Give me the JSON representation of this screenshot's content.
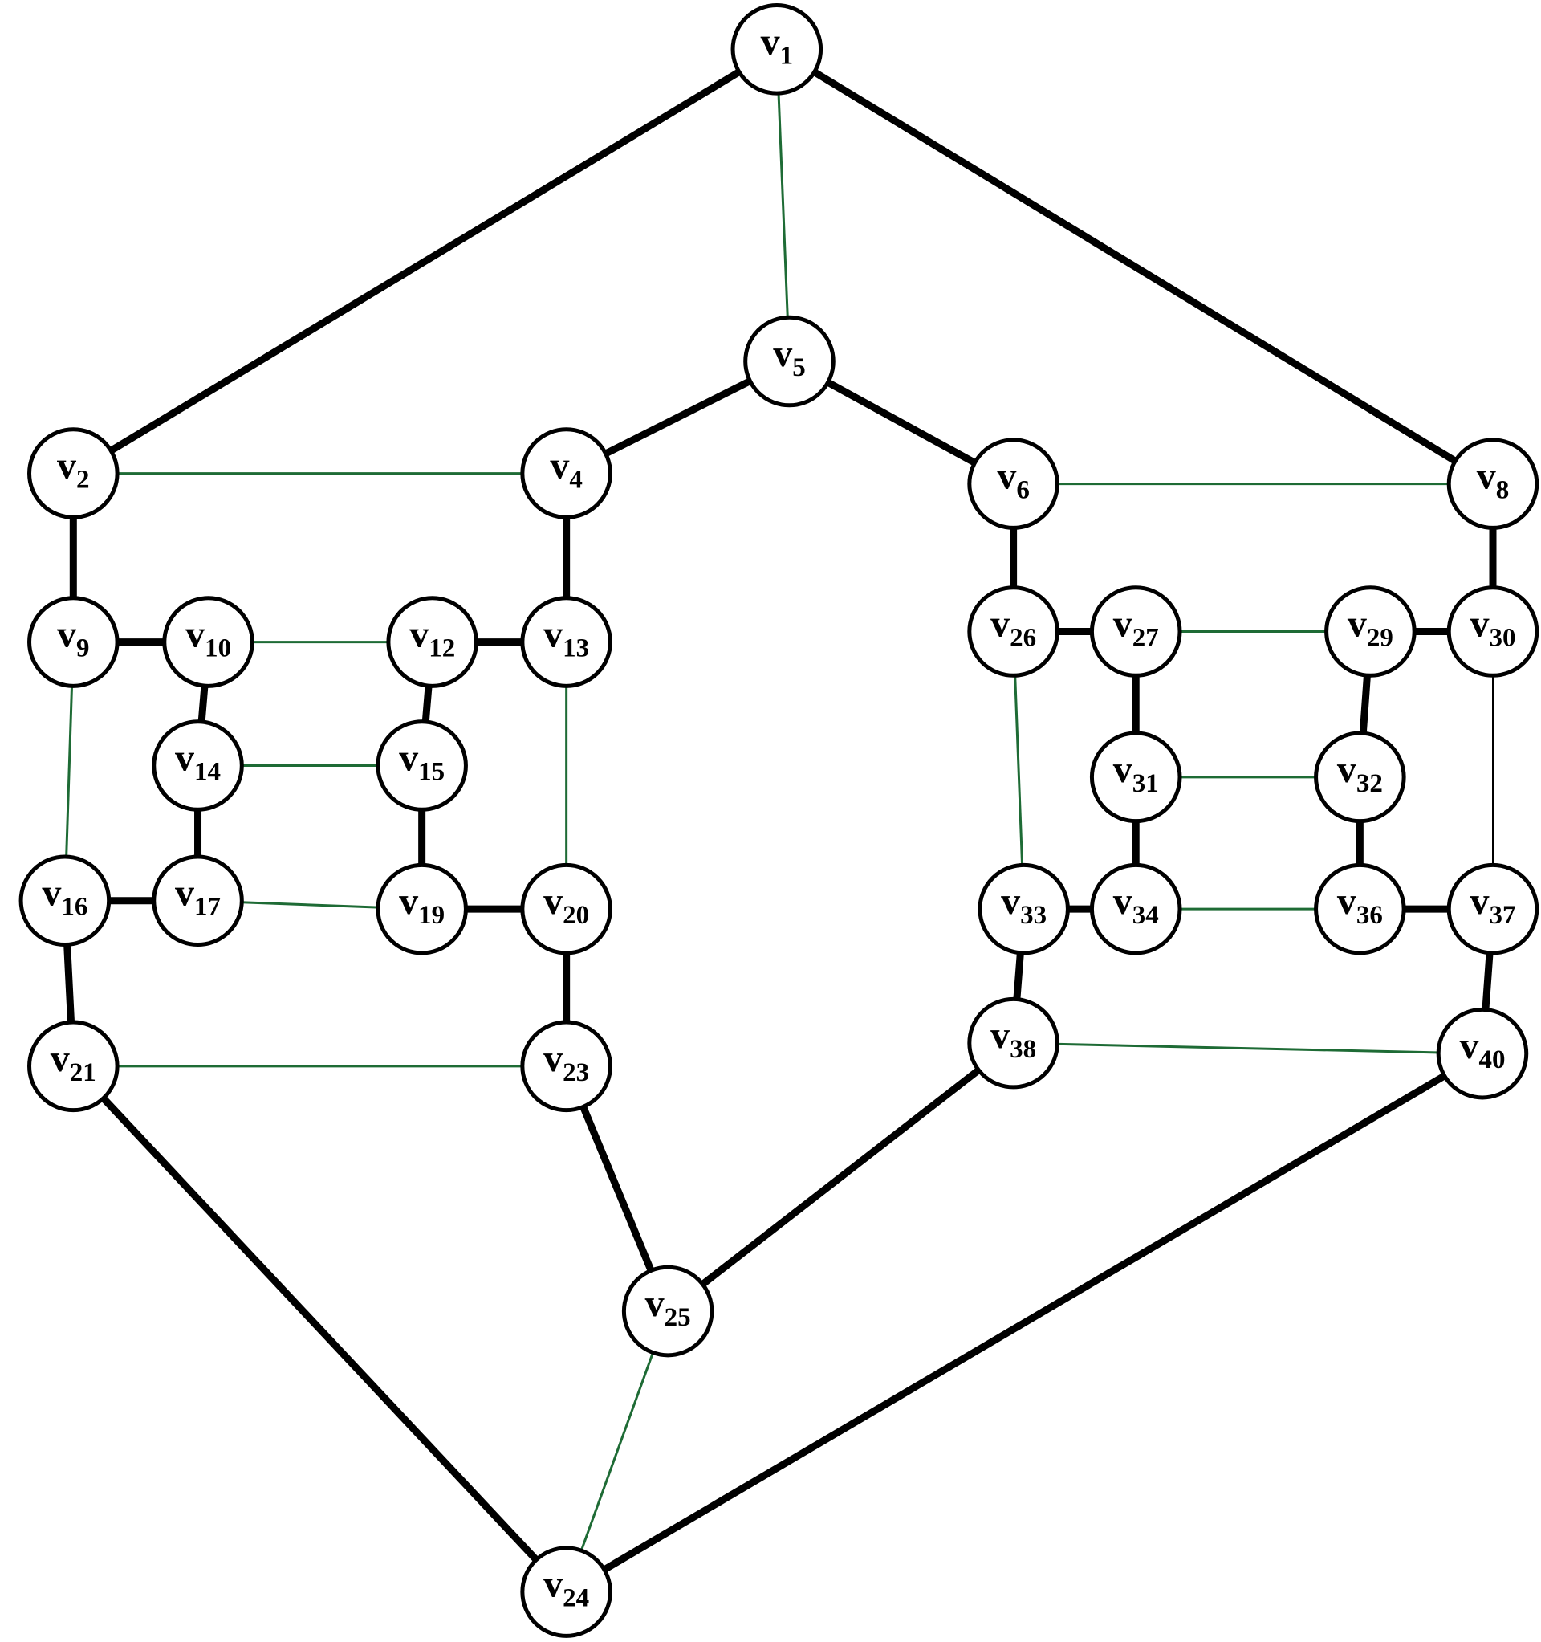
{
  "colors": {
    "thick": "#000000",
    "green": "#1e6b35",
    "thin": "#000000",
    "node_fill": "#ffffff"
  },
  "nodes": [
    {
      "id": "v1",
      "letter": "v",
      "sub": "1"
    },
    {
      "id": "v2",
      "letter": "v",
      "sub": "2"
    },
    {
      "id": "v4",
      "letter": "v",
      "sub": "4"
    },
    {
      "id": "v5",
      "letter": "v",
      "sub": "5"
    },
    {
      "id": "v6",
      "letter": "v",
      "sub": "6"
    },
    {
      "id": "v8",
      "letter": "v",
      "sub": "8"
    },
    {
      "id": "v9",
      "letter": "v",
      "sub": "9"
    },
    {
      "id": "v10",
      "letter": "v",
      "sub": "10"
    },
    {
      "id": "v12",
      "letter": "v",
      "sub": "12"
    },
    {
      "id": "v13",
      "letter": "v",
      "sub": "13"
    },
    {
      "id": "v14",
      "letter": "v",
      "sub": "14"
    },
    {
      "id": "v15",
      "letter": "v",
      "sub": "15"
    },
    {
      "id": "v16",
      "letter": "v",
      "sub": "16"
    },
    {
      "id": "v17",
      "letter": "v",
      "sub": "17"
    },
    {
      "id": "v19",
      "letter": "v",
      "sub": "19"
    },
    {
      "id": "v20",
      "letter": "v",
      "sub": "20"
    },
    {
      "id": "v21",
      "letter": "v",
      "sub": "21"
    },
    {
      "id": "v23",
      "letter": "v",
      "sub": "23"
    },
    {
      "id": "v24",
      "letter": "v",
      "sub": "24"
    },
    {
      "id": "v25",
      "letter": "v",
      "sub": "25"
    },
    {
      "id": "v26",
      "letter": "v",
      "sub": "26"
    },
    {
      "id": "v27",
      "letter": "v",
      "sub": "27"
    },
    {
      "id": "v29",
      "letter": "v",
      "sub": "29"
    },
    {
      "id": "v30",
      "letter": "v",
      "sub": "30"
    },
    {
      "id": "v31",
      "letter": "v",
      "sub": "31"
    },
    {
      "id": "v32",
      "letter": "v",
      "sub": "32"
    },
    {
      "id": "v33",
      "letter": "v",
      "sub": "33"
    },
    {
      "id": "v34",
      "letter": "v",
      "sub": "34"
    },
    {
      "id": "v36",
      "letter": "v",
      "sub": "36"
    },
    {
      "id": "v37",
      "letter": "v",
      "sub": "37"
    },
    {
      "id": "v38",
      "letter": "v",
      "sub": "38"
    },
    {
      "id": "v40",
      "letter": "v",
      "sub": "40"
    }
  ],
  "edges": [
    {
      "from": "v1",
      "to": "v2",
      "style": "thick"
    },
    {
      "from": "v1",
      "to": "v8",
      "style": "thick"
    },
    {
      "from": "v1",
      "to": "v5",
      "style": "green"
    },
    {
      "from": "v5",
      "to": "v4",
      "style": "thick"
    },
    {
      "from": "v5",
      "to": "v6",
      "style": "thick"
    },
    {
      "from": "v2",
      "to": "v4",
      "style": "green"
    },
    {
      "from": "v6",
      "to": "v8",
      "style": "green"
    },
    {
      "from": "v2",
      "to": "v9",
      "style": "thick"
    },
    {
      "from": "v4",
      "to": "v13",
      "style": "thick"
    },
    {
      "from": "v9",
      "to": "v10",
      "style": "thick"
    },
    {
      "from": "v10",
      "to": "v12",
      "style": "green"
    },
    {
      "from": "v12",
      "to": "v13",
      "style": "thick"
    },
    {
      "from": "v10",
      "to": "v14",
      "style": "thick"
    },
    {
      "from": "v12",
      "to": "v15",
      "style": "thick"
    },
    {
      "from": "v14",
      "to": "v15",
      "style": "green"
    },
    {
      "from": "v14",
      "to": "v17",
      "style": "thick"
    },
    {
      "from": "v15",
      "to": "v19",
      "style": "thick"
    },
    {
      "from": "v9",
      "to": "v16",
      "style": "green"
    },
    {
      "from": "v13",
      "to": "v20",
      "style": "green"
    },
    {
      "from": "v16",
      "to": "v17",
      "style": "thick"
    },
    {
      "from": "v17",
      "to": "v19",
      "style": "green"
    },
    {
      "from": "v19",
      "to": "v20",
      "style": "thick"
    },
    {
      "from": "v16",
      "to": "v21",
      "style": "thick"
    },
    {
      "from": "v20",
      "to": "v23",
      "style": "thick"
    },
    {
      "from": "v21",
      "to": "v23",
      "style": "green"
    },
    {
      "from": "v21",
      "to": "v24",
      "style": "thick"
    },
    {
      "from": "v23",
      "to": "v25",
      "style": "thick"
    },
    {
      "from": "v25",
      "to": "v24",
      "style": "green"
    },
    {
      "from": "v25",
      "to": "v38",
      "style": "thick"
    },
    {
      "from": "v24",
      "to": "v40",
      "style": "thick"
    },
    {
      "from": "v6",
      "to": "v26",
      "style": "thick"
    },
    {
      "from": "v8",
      "to": "v30",
      "style": "thick"
    },
    {
      "from": "v26",
      "to": "v27",
      "style": "thick"
    },
    {
      "from": "v27",
      "to": "v29",
      "style": "green"
    },
    {
      "from": "v29",
      "to": "v30",
      "style": "thick"
    },
    {
      "from": "v27",
      "to": "v31",
      "style": "thick"
    },
    {
      "from": "v29",
      "to": "v32",
      "style": "thick"
    },
    {
      "from": "v31",
      "to": "v32",
      "style": "green"
    },
    {
      "from": "v31",
      "to": "v34",
      "style": "thick"
    },
    {
      "from": "v32",
      "to": "v36",
      "style": "thick"
    },
    {
      "from": "v26",
      "to": "v33",
      "style": "green"
    },
    {
      "from": "v30",
      "to": "v37",
      "style": "thin"
    },
    {
      "from": "v33",
      "to": "v34",
      "style": "thick"
    },
    {
      "from": "v34",
      "to": "v36",
      "style": "green"
    },
    {
      "from": "v36",
      "to": "v37",
      "style": "thick"
    },
    {
      "from": "v33",
      "to": "v38",
      "style": "thick"
    },
    {
      "from": "v37",
      "to": "v40",
      "style": "thick"
    },
    {
      "from": "v38",
      "to": "v40",
      "style": "green"
    }
  ]
}
